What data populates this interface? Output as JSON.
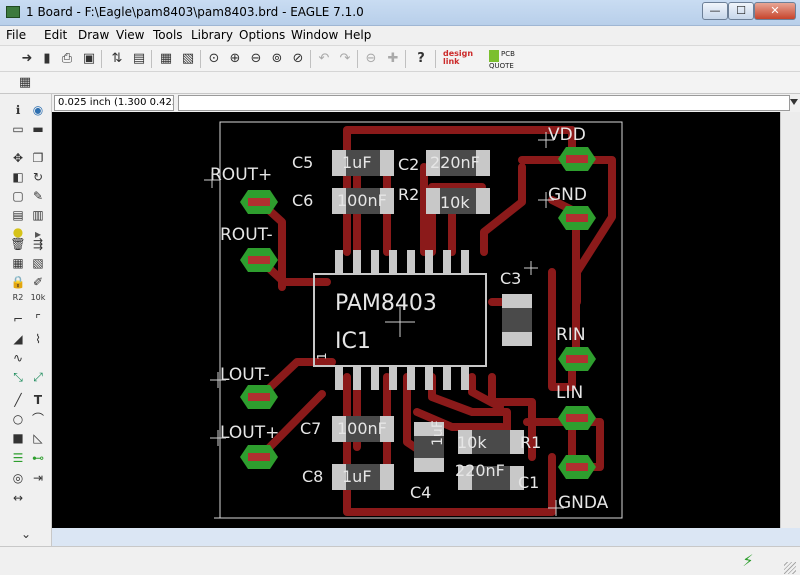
{
  "window": {
    "title": "1 Board - F:\\Eagle\\pam8403\\pam8403.brd - EAGLE 7.1.0"
  },
  "menu": [
    "File",
    "Edit",
    "Draw",
    "View",
    "Tools",
    "Library",
    "Options",
    "Window",
    "Help"
  ],
  "toolbar": {
    "designlink_label": "design link",
    "pcbquote_label": "PCB QUOTE"
  },
  "coordinate": "0.025 inch (1.300 0.425)",
  "command_input": "",
  "board": {
    "chip_part": "PAM8403",
    "chip_name": "IC1",
    "pin1_marker": "1",
    "connectors_left": [
      "ROUT+",
      "ROUT-",
      "LOUT-",
      "LOUT+"
    ],
    "connectors_right": [
      "VDD",
      "GND",
      "RIN",
      "LIN",
      "GNDA"
    ],
    "components": [
      {
        "name": "C5",
        "value": "1uF"
      },
      {
        "name": "C2",
        "value": "220nF"
      },
      {
        "name": "C6",
        "value": "100nF"
      },
      {
        "name": "R2",
        "value": "10k"
      },
      {
        "name": "C3",
        "value": ""
      },
      {
        "name": "C7",
        "value": "100nF"
      },
      {
        "name": "C8",
        "value": "1uF"
      },
      {
        "name": "C4",
        "value": "1uF"
      },
      {
        "name": "R1",
        "value": "10k"
      },
      {
        "name": "C1",
        "value": "220nF"
      }
    ]
  },
  "colors": {
    "canvas": "#000000",
    "copper": "#8b1a1a",
    "pad": "#2e9e2e",
    "silkscreen": "#d0d0d0",
    "smd": "#c8c8c8"
  },
  "icons": [
    "run-icon",
    "save-icon",
    "print-icon",
    "cam-icon",
    "zoom-in-icon",
    "zoom-out-icon",
    "undo-icon",
    "redo-icon",
    "stop-icon",
    "help-icon",
    "grid-icon",
    "info-icon",
    "eye-icon",
    "move-icon",
    "copy-icon",
    "rotate-icon",
    "delete-icon",
    "route-icon",
    "text-icon",
    "circle-icon",
    "arc-icon",
    "rect-icon",
    "polygon-icon",
    "via-icon",
    "drc-icon",
    "drc-status-icon"
  ]
}
